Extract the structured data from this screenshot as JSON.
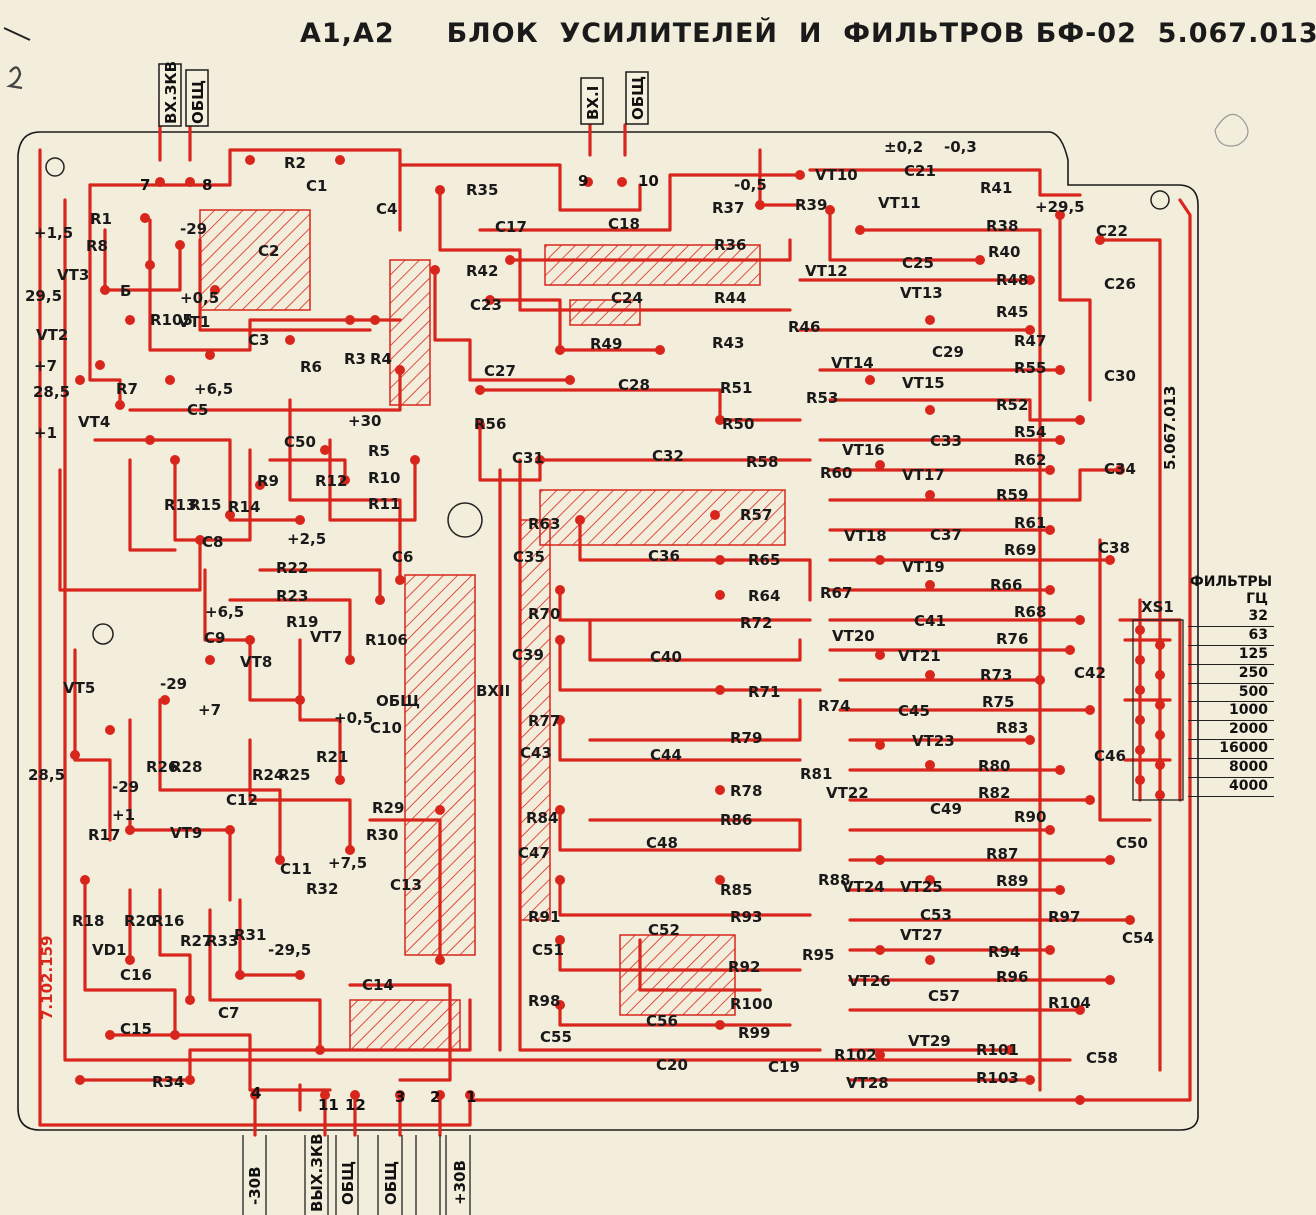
{
  "title": "A1,A2     БЛОК  УСИЛИТЕЛЕЙ  И  ФИЛЬТРОВ БФ-02  5.067.013",
  "side_code": "5.067.013",
  "doc_number": "7.102.159",
  "colors": {
    "paper": "#f3eedb",
    "trace": "#d8261d",
    "ink": "#1a1a1a"
  },
  "top_connectors": [
    {
      "label": "ВХ.ЗКВ",
      "pin": "7"
    },
    {
      "label": "ОБЩ",
      "pin": "8"
    },
    {
      "label": "ВХ.I",
      "pin": "9"
    },
    {
      "label": "ОБЩ",
      "pin": "10"
    }
  ],
  "bottom_connectors": [
    {
      "label": "-30В",
      "pin": "4"
    },
    {
      "label": "ВЫХ.ЗКВ",
      "pin": "11"
    },
    {
      "label": "ОБЩ",
      "pin": "12"
    },
    {
      "label": "ОБЩ",
      "pin": "3"
    },
    {
      "label": "+30В",
      "pin": "2"
    }
  ],
  "bottom_pin_1": "1",
  "filters": {
    "title": "ФИЛЬТРЫ",
    "unit": "ГЦ",
    "connector": "XS1",
    "frequencies": [
      "32",
      "63",
      "125",
      "250",
      "500",
      "1000",
      "2000",
      "16000",
      "8000",
      "4000"
    ]
  },
  "labels": [
    {
      "t": "R2"
    },
    {
      "t": "C1"
    },
    {
      "t": "C4"
    },
    {
      "t": "C2"
    },
    {
      "t": "R1"
    },
    {
      "t": "R8"
    },
    {
      "t": "+1,5"
    },
    {
      "t": "-29"
    },
    {
      "t": "VT3"
    },
    {
      "t": "29,5"
    },
    {
      "t": "Б"
    },
    {
      "t": "R105"
    },
    {
      "t": "+0,5"
    },
    {
      "t": "VT1"
    },
    {
      "t": "C3"
    },
    {
      "t": "VT2"
    },
    {
      "t": "+7"
    },
    {
      "t": "28,5"
    },
    {
      "t": "R7"
    },
    {
      "t": "+6,5"
    },
    {
      "t": "R6"
    },
    {
      "t": "R3"
    },
    {
      "t": "R4"
    },
    {
      "t": "VT4"
    },
    {
      "t": "C5"
    },
    {
      "t": "+1"
    },
    {
      "t": "C50"
    },
    {
      "t": "+30"
    },
    {
      "t": "R5"
    },
    {
      "t": "R10"
    },
    {
      "t": "R11"
    },
    {
      "t": "R9"
    },
    {
      "t": "R12"
    },
    {
      "t": "R13"
    },
    {
      "t": "R15"
    },
    {
      "t": "R14"
    },
    {
      "t": "+2,5"
    },
    {
      "t": "C8"
    },
    {
      "t": "C6"
    },
    {
      "t": "R22"
    },
    {
      "t": "R23"
    },
    {
      "t": "R19"
    },
    {
      "t": "+6,5"
    },
    {
      "t": "C9"
    },
    {
      "t": "VT7"
    },
    {
      "t": "R106"
    },
    {
      "t": "VT8"
    },
    {
      "t": "ОБЩ"
    },
    {
      "t": "VT5"
    },
    {
      "t": "-29"
    },
    {
      "t": "+7"
    },
    {
      "t": "+0,5"
    },
    {
      "t": "C10"
    },
    {
      "t": "R21"
    },
    {
      "t": "ВХII"
    },
    {
      "t": "28,5"
    },
    {
      "t": "R26"
    },
    {
      "t": "R28"
    },
    {
      "t": "R24"
    },
    {
      "t": "R25"
    },
    {
      "t": "-29"
    },
    {
      "t": "+1"
    },
    {
      "t": "C12"
    },
    {
      "t": "R29"
    },
    {
      "t": "R30"
    },
    {
      "t": "R17"
    },
    {
      "t": "VT9"
    },
    {
      "t": "C11"
    },
    {
      "t": "R32"
    },
    {
      "t": "+7,5"
    },
    {
      "t": "C13"
    },
    {
      "t": "R18"
    },
    {
      "t": "R20"
    },
    {
      "t": "R16"
    },
    {
      "t": "R27"
    },
    {
      "t": "R33"
    },
    {
      "t": "R31"
    },
    {
      "t": "-29,5"
    },
    {
      "t": "VD1"
    },
    {
      "t": "C16"
    },
    {
      "t": "C14"
    },
    {
      "t": "C7"
    },
    {
      "t": "C15"
    },
    {
      "t": "R34"
    },
    {
      "t": "R35"
    },
    {
      "t": "C17"
    },
    {
      "t": "C18"
    },
    {
      "t": "R37"
    },
    {
      "t": "-0,5"
    },
    {
      "t": "R39"
    },
    {
      "t": "VT10"
    },
    {
      "t": "±0,2"
    },
    {
      "t": "-0,3"
    },
    {
      "t": "C21"
    },
    {
      "t": "R41"
    },
    {
      "t": "VT11"
    },
    {
      "t": "+29,5"
    },
    {
      "t": "R38"
    },
    {
      "t": "C22"
    },
    {
      "t": "R36"
    },
    {
      "t": "R40"
    },
    {
      "t": "R42"
    },
    {
      "t": "C25"
    },
    {
      "t": "VT12"
    },
    {
      "t": "R48"
    },
    {
      "t": "C26"
    },
    {
      "t": "C23"
    },
    {
      "t": "C24"
    },
    {
      "t": "R44"
    },
    {
      "t": "VT13"
    },
    {
      "t": "R46"
    },
    {
      "t": "R45"
    },
    {
      "t": "R49"
    },
    {
      "t": "R43"
    },
    {
      "t": "R47"
    },
    {
      "t": "C29"
    },
    {
      "t": "C27"
    },
    {
      "t": "VT14"
    },
    {
      "t": "R55"
    },
    {
      "t": "C30"
    },
    {
      "t": "C28"
    },
    {
      "t": "R51"
    },
    {
      "t": "R53"
    },
    {
      "t": "VT15"
    },
    {
      "t": "R52"
    },
    {
      "t": "R56"
    },
    {
      "t": "R50"
    },
    {
      "t": "C33"
    },
    {
      "t": "R54"
    },
    {
      "t": "C31"
    },
    {
      "t": "C32"
    },
    {
      "t": "R58"
    },
    {
      "t": "R60"
    },
    {
      "t": "VT16"
    },
    {
      "t": "R62"
    },
    {
      "t": "C34"
    },
    {
      "t": "VT17"
    },
    {
      "t": "R59"
    },
    {
      "t": "R63"
    },
    {
      "t": "R57"
    },
    {
      "t": "R61"
    },
    {
      "t": "VT18"
    },
    {
      "t": "C37"
    },
    {
      "t": "C35"
    },
    {
      "t": "C36"
    },
    {
      "t": "R65"
    },
    {
      "t": "R67"
    },
    {
      "t": "VT19"
    },
    {
      "t": "R69"
    },
    {
      "t": "C38"
    },
    {
      "t": "R66"
    },
    {
      "t": "R64"
    },
    {
      "t": "R70"
    },
    {
      "t": "R68"
    },
    {
      "t": "R72"
    },
    {
      "t": "C41"
    },
    {
      "t": "R76"
    },
    {
      "t": "VT20"
    },
    {
      "t": "C39"
    },
    {
      "t": "C40"
    },
    {
      "t": "VT21"
    },
    {
      "t": "R73"
    },
    {
      "t": "C42"
    },
    {
      "t": "R71"
    },
    {
      "t": "R74"
    },
    {
      "t": "R75"
    },
    {
      "t": "R77"
    },
    {
      "t": "C45"
    },
    {
      "t": "R83"
    },
    {
      "t": "R79"
    },
    {
      "t": "VT23"
    },
    {
      "t": "C43"
    },
    {
      "t": "C44"
    },
    {
      "t": "C46"
    },
    {
      "t": "R81"
    },
    {
      "t": "R80"
    },
    {
      "t": "R78"
    },
    {
      "t": "VT22"
    },
    {
      "t": "R82"
    },
    {
      "t": "C49"
    },
    {
      "t": "R84"
    },
    {
      "t": "R86"
    },
    {
      "t": "R90"
    },
    {
      "t": "C48"
    },
    {
      "t": "C47"
    },
    {
      "t": "C50"
    },
    {
      "t": "R87"
    },
    {
      "t": "R88"
    },
    {
      "t": "VT24"
    },
    {
      "t": "VT25"
    },
    {
      "t": "R89"
    },
    {
      "t": "R85"
    },
    {
      "t": "R91"
    },
    {
      "t": "R93"
    },
    {
      "t": "C53"
    },
    {
      "t": "R97"
    },
    {
      "t": "C52"
    },
    {
      "t": "C54"
    },
    {
      "t": "VT27"
    },
    {
      "t": "C51"
    },
    {
      "t": "R95"
    },
    {
      "t": "R94"
    },
    {
      "t": "R92"
    },
    {
      "t": "VT26"
    },
    {
      "t": "R96"
    },
    {
      "t": "R98"
    },
    {
      "t": "C57"
    },
    {
      "t": "R100"
    },
    {
      "t": "R104"
    },
    {
      "t": "C55"
    },
    {
      "t": "C56"
    },
    {
      "t": "R99"
    },
    {
      "t": "R102"
    },
    {
      "t": "VT29"
    },
    {
      "t": "R101"
    },
    {
      "t": "C58"
    },
    {
      "t": "C20"
    },
    {
      "t": "C19"
    },
    {
      "t": "VT28"
    },
    {
      "t": "R103"
    }
  ]
}
